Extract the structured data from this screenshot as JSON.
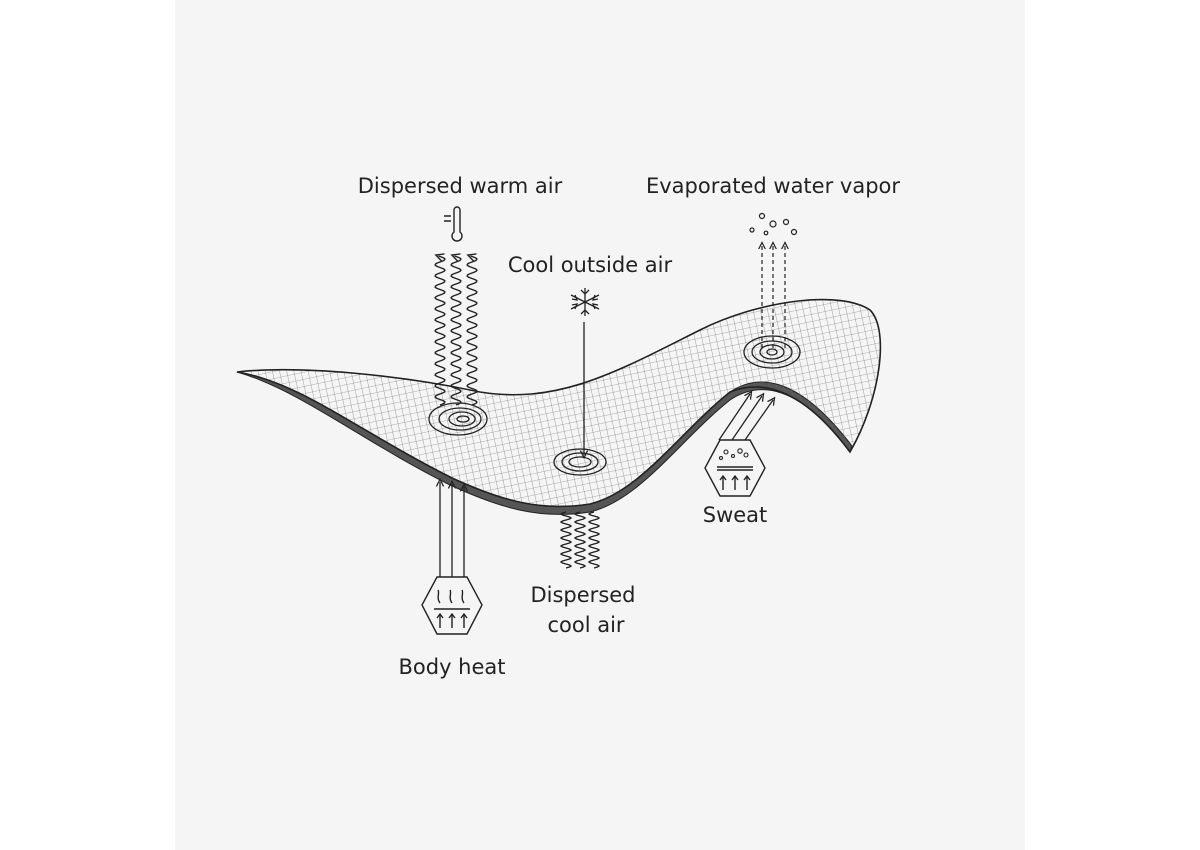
{
  "labels": {
    "dispersed_warm_air": "Dispersed warm air",
    "evaporated_water_vapor": "Evaporated water vapor",
    "cool_outside_air": "Cool outside air",
    "sweat": "Sweat",
    "dispersed_cool_air_line1": "Dispersed",
    "dispersed_cool_air_line2": "cool air",
    "body_heat": "Body heat"
  },
  "colors": {
    "background": "#f5f5f5",
    "ink": "#222222"
  }
}
